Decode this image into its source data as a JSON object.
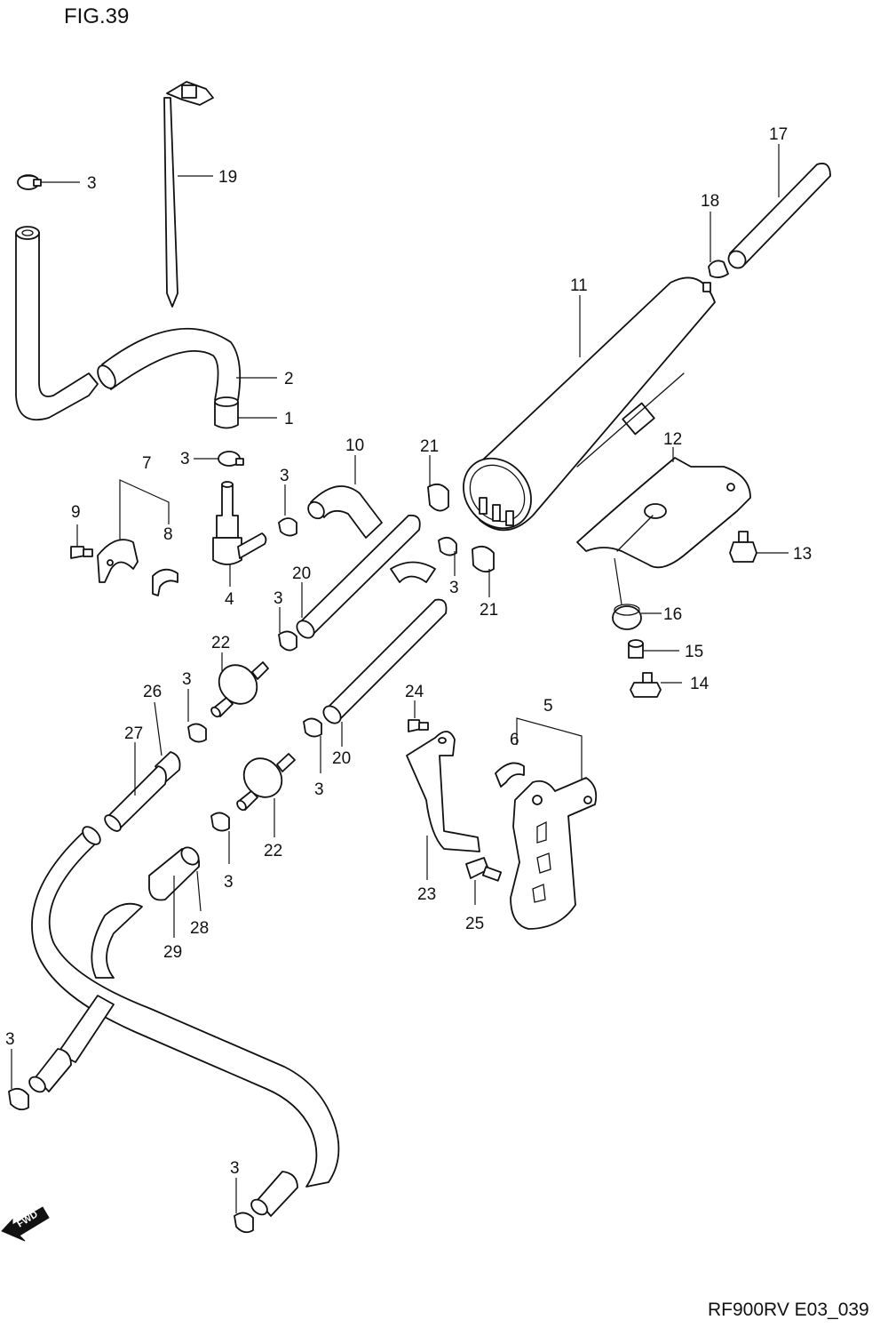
{
  "figure": {
    "title": "FIG.39",
    "code": "RF900RV E03_039",
    "fwd_label": "FWD"
  },
  "labels": {
    "p1": "1",
    "p2": "2",
    "p3a": "3",
    "p3b": "3",
    "p3c": "3",
    "p3d": "3",
    "p3e": "3",
    "p3f": "3",
    "p3g": "3",
    "p3h": "3",
    "p3i": "3",
    "p3j": "3",
    "p4": "4",
    "p5": "5",
    "p6": "6",
    "p7": "7",
    "p8": "8",
    "p9": "9",
    "p10": "10",
    "p11": "11",
    "p12": "12",
    "p13": "13",
    "p14": "14",
    "p15": "15",
    "p16": "16",
    "p17": "17",
    "p18": "18",
    "p19": "19",
    "p20a": "20",
    "p20b": "20",
    "p21a": "21",
    "p21b": "21",
    "p22a": "22",
    "p22b": "22",
    "p23": "23",
    "p24": "24",
    "p25": "25",
    "p26": "26",
    "p27": "27",
    "p28": "28",
    "p29": "29"
  },
  "icons": {
    "fwd": "fwd-arrow-icon"
  },
  "colors": {
    "line": "#111111",
    "background": "#ffffff"
  }
}
